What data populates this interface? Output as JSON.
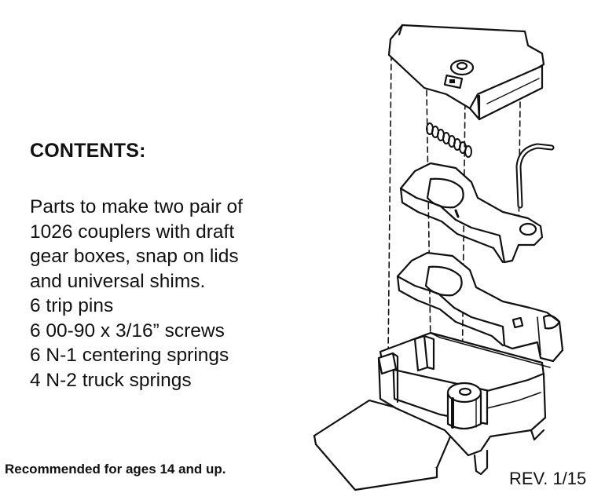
{
  "contents": {
    "heading": "CONTENTS:",
    "items": [
      "Parts to make two pair of",
      "1026 couplers with draft",
      "gear boxes, snap on lids",
      "and universal shims.",
      "6 trip pins",
      "6 00-90 x 3/16” screws",
      "6 N-1 centering springs",
      "4 N-2 truck springs"
    ]
  },
  "age_note": "Recommended for ages 14 and up.",
  "revision": "REV. 1/15",
  "colors": {
    "ink": "#111111",
    "background": "#ffffff"
  }
}
